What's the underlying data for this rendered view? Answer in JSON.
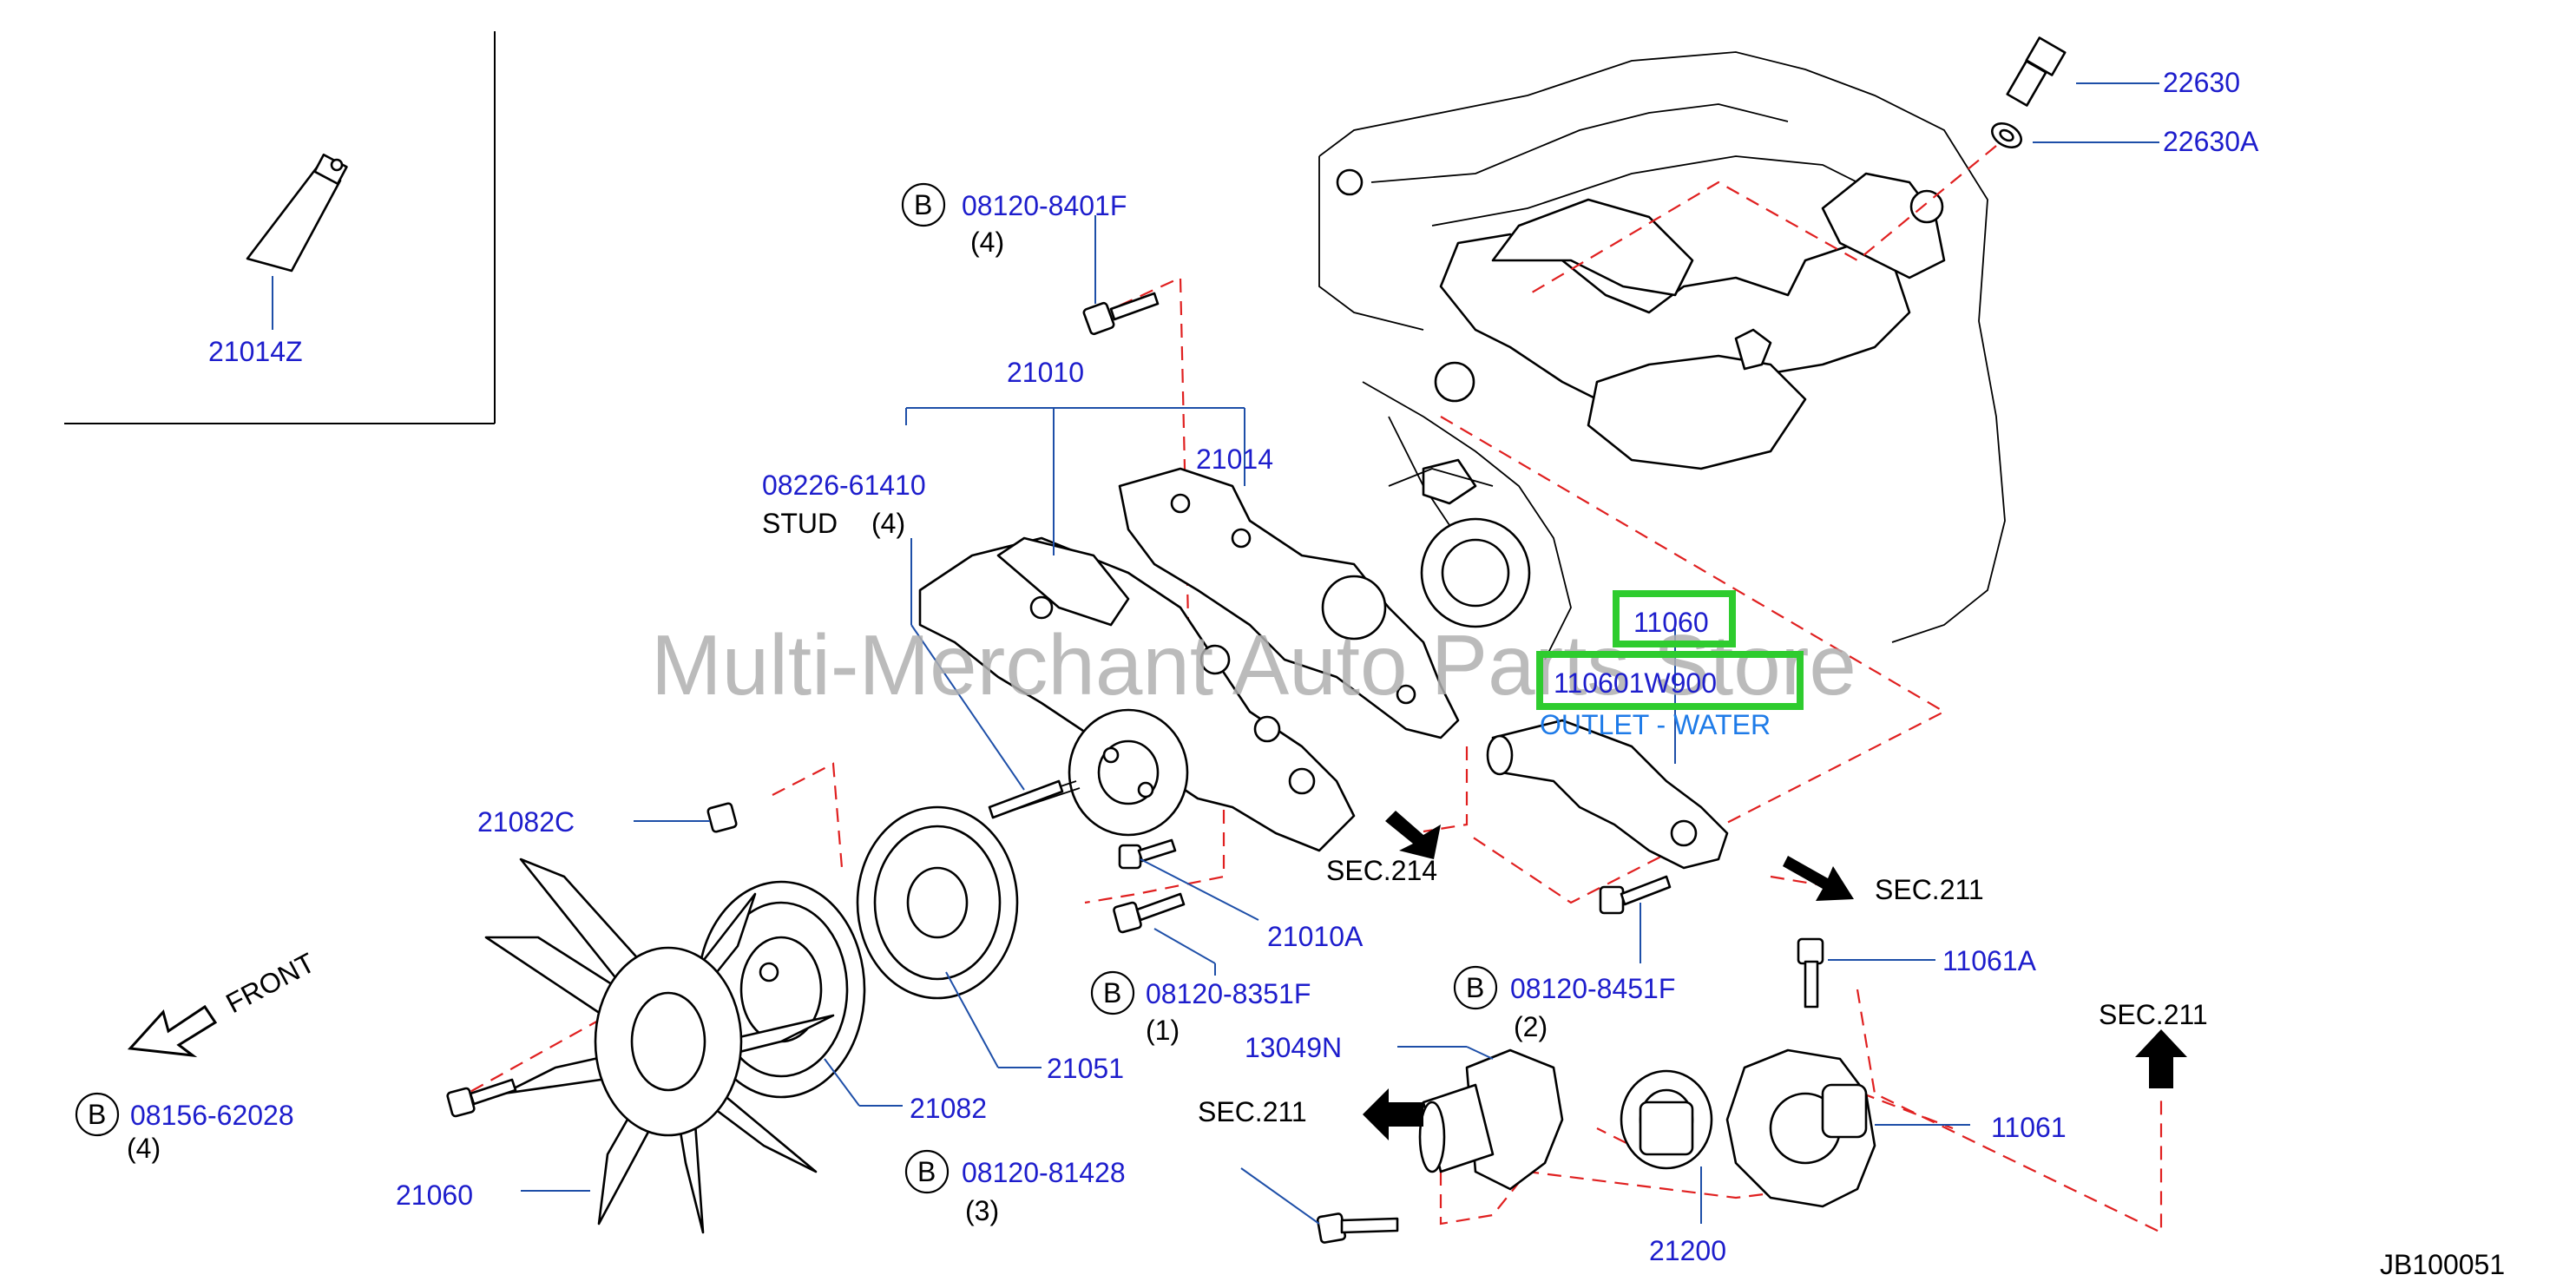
{
  "watermark": "Multi-Merchant Auto Parts Store",
  "diagram_id": "JB100051",
  "front_label": "FRONT",
  "inset_part": "21014Z",
  "sections": {
    "sec214": "SEC.214",
    "sec211_a": "SEC.211",
    "sec211_b": "SEC.211",
    "sec211_c": "SEC.211"
  },
  "bolt_badge": "B",
  "labels": {
    "p22630": "22630",
    "p22630A": "22630A",
    "p08120_8401F": "08120-8401F",
    "q08120_8401F": "(4)",
    "p21010": "21010",
    "p21014": "21014",
    "p08226_61410": "08226-61410",
    "stud": "STUD",
    "q08226_61410": "(4)",
    "p11060": "11060",
    "p110601W900": "110601W900",
    "outlet_water": "OUTLET - WATER",
    "p21082C": "21082C",
    "p21010A": "21010A",
    "p08120_8351F": "08120-8351F",
    "q08120_8351F": "(1)",
    "p08120_8451F": "08120-8451F",
    "q08120_8451F": "(2)",
    "p11061A": "11061A",
    "p13049N": "13049N",
    "p21051": "21051",
    "p21082": "21082",
    "p08156_62028": "08156-62028",
    "q08156_62028": "(4)",
    "p21060": "21060",
    "p08120_81428": "08120-81428",
    "q08120_81428": "(3)",
    "p11061": "11061",
    "p21200": "21200"
  },
  "colors": {
    "part_number": "#1d1dcc",
    "leader": "#1e4fa8",
    "dash": "#e02020",
    "highlight": "#2ecc2e",
    "watermark": "#b0b0b0"
  }
}
